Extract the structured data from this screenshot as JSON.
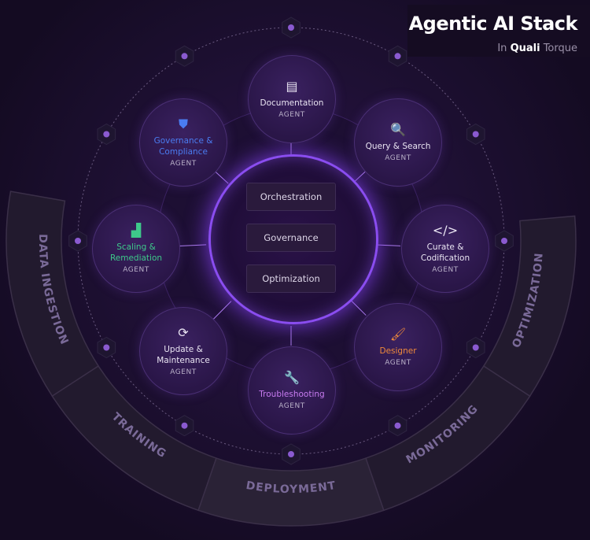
{
  "header": {
    "title": "Agentic AI Stack",
    "subtitle_prefix": "In",
    "brand": "Quali",
    "product": "Torque"
  },
  "core": {
    "items": [
      "Orchestration",
      "Governance",
      "Optimization"
    ]
  },
  "agent_suffix": "AGENT",
  "agents": [
    {
      "name": "Documentation",
      "icon": "document-icon",
      "glyph": "▤",
      "color": "#e9e4f2"
    },
    {
      "name": "Query & Search",
      "icon": "magnifier-icon",
      "glyph": "🔍",
      "color": "#e9e4f2"
    },
    {
      "name": "Curate & Codification",
      "icon": "code-icon",
      "glyph": "</>",
      "color": "#e9e4f2"
    },
    {
      "name": "Designer",
      "icon": "paintbrush-icon",
      "glyph": "🖌",
      "color": "#f08a3a"
    },
    {
      "name": "Troubleshooting",
      "icon": "wrench-icon",
      "glyph": "🔧",
      "color": "#c77bf0"
    },
    {
      "name": "Update & Maintenance",
      "icon": "refresh-icon",
      "glyph": "⟳",
      "color": "#e9e4f2"
    },
    {
      "name": "Scaling & Remediation",
      "icon": "growth-bars-icon",
      "glyph": "▟",
      "color": "#3ec98a"
    },
    {
      "name": "Governance & Compliance",
      "icon": "shield-icon",
      "glyph": "⛊",
      "color": "#4a7cf0"
    }
  ],
  "stages": [
    "DATA INGESTION",
    "TRAINING",
    "DEPLOYMENT",
    "MONITORING",
    "OPTIMIZATION"
  ]
}
